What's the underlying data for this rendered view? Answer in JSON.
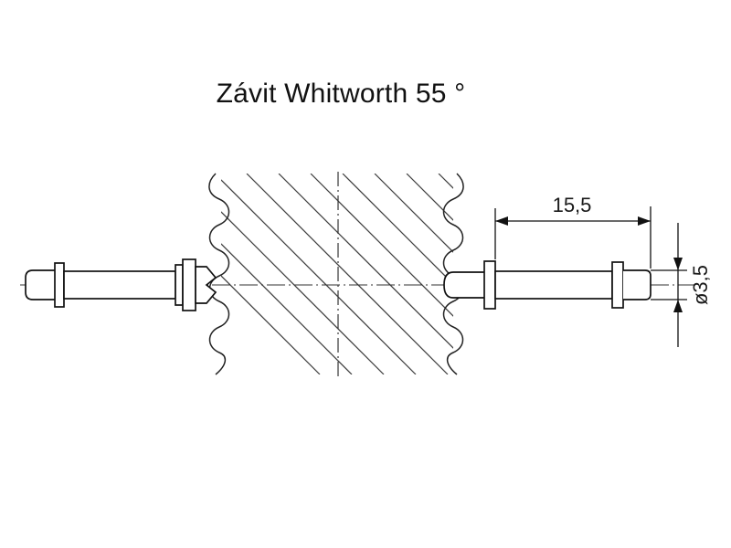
{
  "title": "Závit Whitworth 55 °",
  "dimensions": {
    "length": "15,5",
    "diameter": "ø3,5"
  }
}
